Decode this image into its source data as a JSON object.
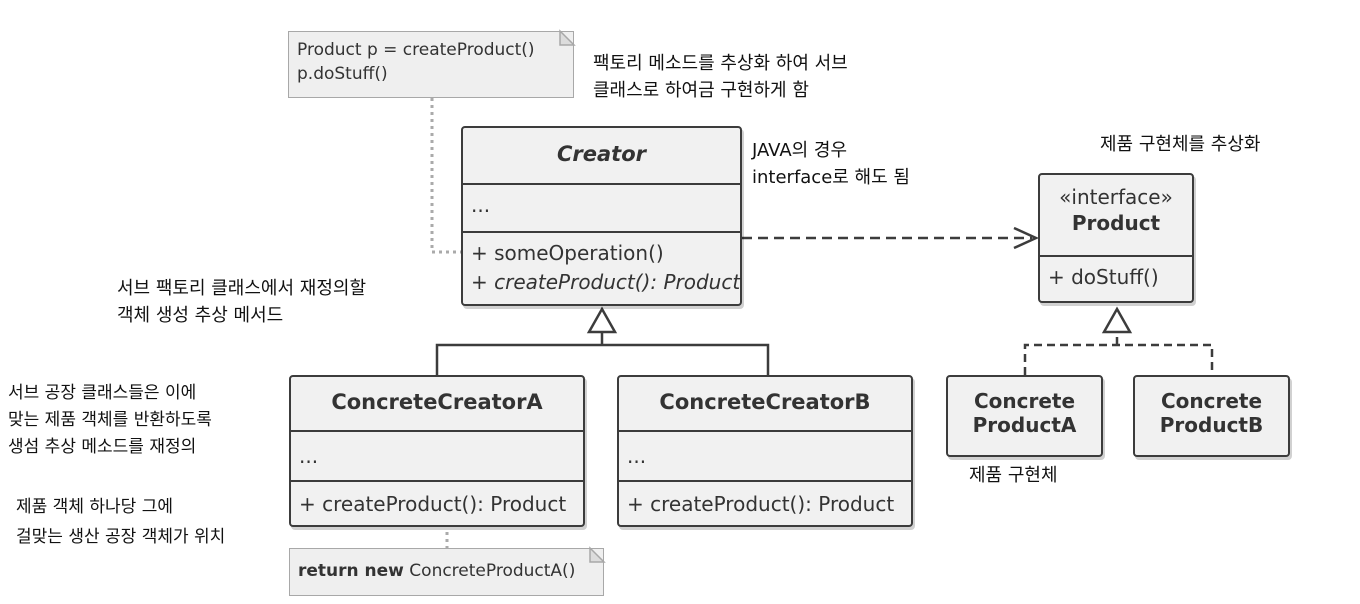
{
  "notes": {
    "top": {
      "line1": "Product p = createProduct()",
      "line2": "p.doStuff()"
    },
    "bottom": {
      "keyword": "return new",
      "rest": " ConcreteProductA()"
    }
  },
  "classes": {
    "creator": {
      "name": "Creator",
      "fields": "...",
      "op1": "+ someOperation()",
      "op2": "+ createProduct(): Product"
    },
    "product": {
      "stereotype": "«interface»",
      "name": "Product",
      "op1": "+ doStuff()"
    },
    "concreteCreatorA": {
      "name": "ConcreteCreatorA",
      "fields": "...",
      "op1": "+ createProduct(): Product"
    },
    "concreteCreatorB": {
      "name": "ConcreteCreatorB",
      "fields": "...",
      "op1": "+ createProduct(): Product"
    },
    "concreteProductA": {
      "line1": "Concrete",
      "line2": "ProductA"
    },
    "concreteProductB": {
      "line1": "Concrete",
      "line2": "ProductB"
    }
  },
  "annotations": {
    "factory_method": [
      "팩토리 메소드를 추상화 하여 서브",
      "클래스로 하여금 구현하게 함"
    ],
    "java": [
      "JAVA의 경우",
      "interface로 해도 됨"
    ],
    "product_abstract": [
      "제품 구현체를 추상화"
    ],
    "subfactory": [
      "서브 팩토리 클래스에서 재정의할",
      "객체 생성 추상 메서드"
    ],
    "subfactories_override": [
      "서브 공장 클래스들은 이에",
      "맞는 제품 객체를 반환하도록",
      "생섬 추상 메소드를 재정의"
    ],
    "product_factory": [
      "제품 객체 하나당 그에",
      "걸맞는 생산 공장 객체가 위치"
    ],
    "product_impl": [
      "제품 구현체"
    ]
  }
}
